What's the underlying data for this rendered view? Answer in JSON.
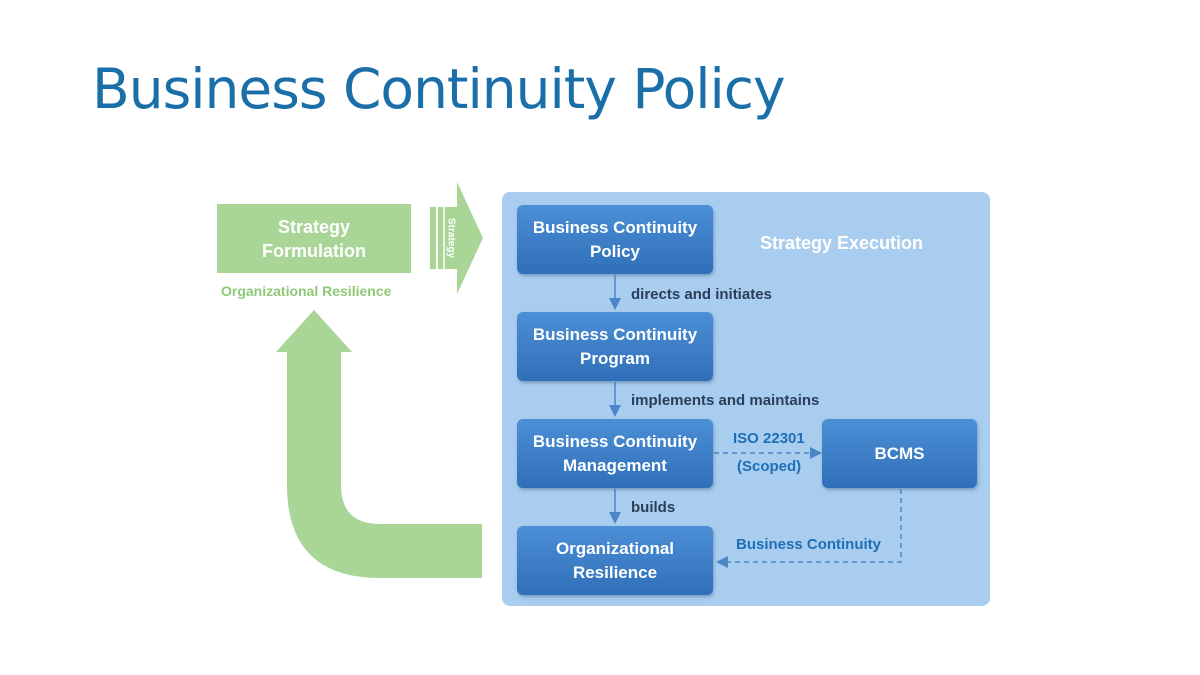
{
  "title": "Business Continuity Policy",
  "strategy_formulation": {
    "label": "Strategy\nFormulation",
    "caption": "Organizational Resilience",
    "arrow_label": "Strategy"
  },
  "strategy_execution": {
    "title": "Strategy Execution",
    "boxes": [
      {
        "id": "policy",
        "label": "Business Continuity\nPolicy"
      },
      {
        "id": "program",
        "label": "Business Continuity\nProgram"
      },
      {
        "id": "management",
        "label": "Business Continuity\nManagement"
      },
      {
        "id": "resilience",
        "label": "Organizational\nResilience"
      },
      {
        "id": "bcms",
        "label": "BCMS"
      }
    ],
    "connectors": {
      "policy_to_program": "directs and initiates",
      "program_to_management": "implements and maintains",
      "management_to_resilience": "builds",
      "management_to_bcms_line1": "ISO 22301",
      "management_to_bcms_line2": "(Scoped)",
      "bcms_to_resilience": "Business Continuity"
    }
  },
  "colors": {
    "title": "#1b6fa9",
    "green": "#a9d597",
    "panel": "#a8cdee",
    "box": "#3e80c8"
  }
}
